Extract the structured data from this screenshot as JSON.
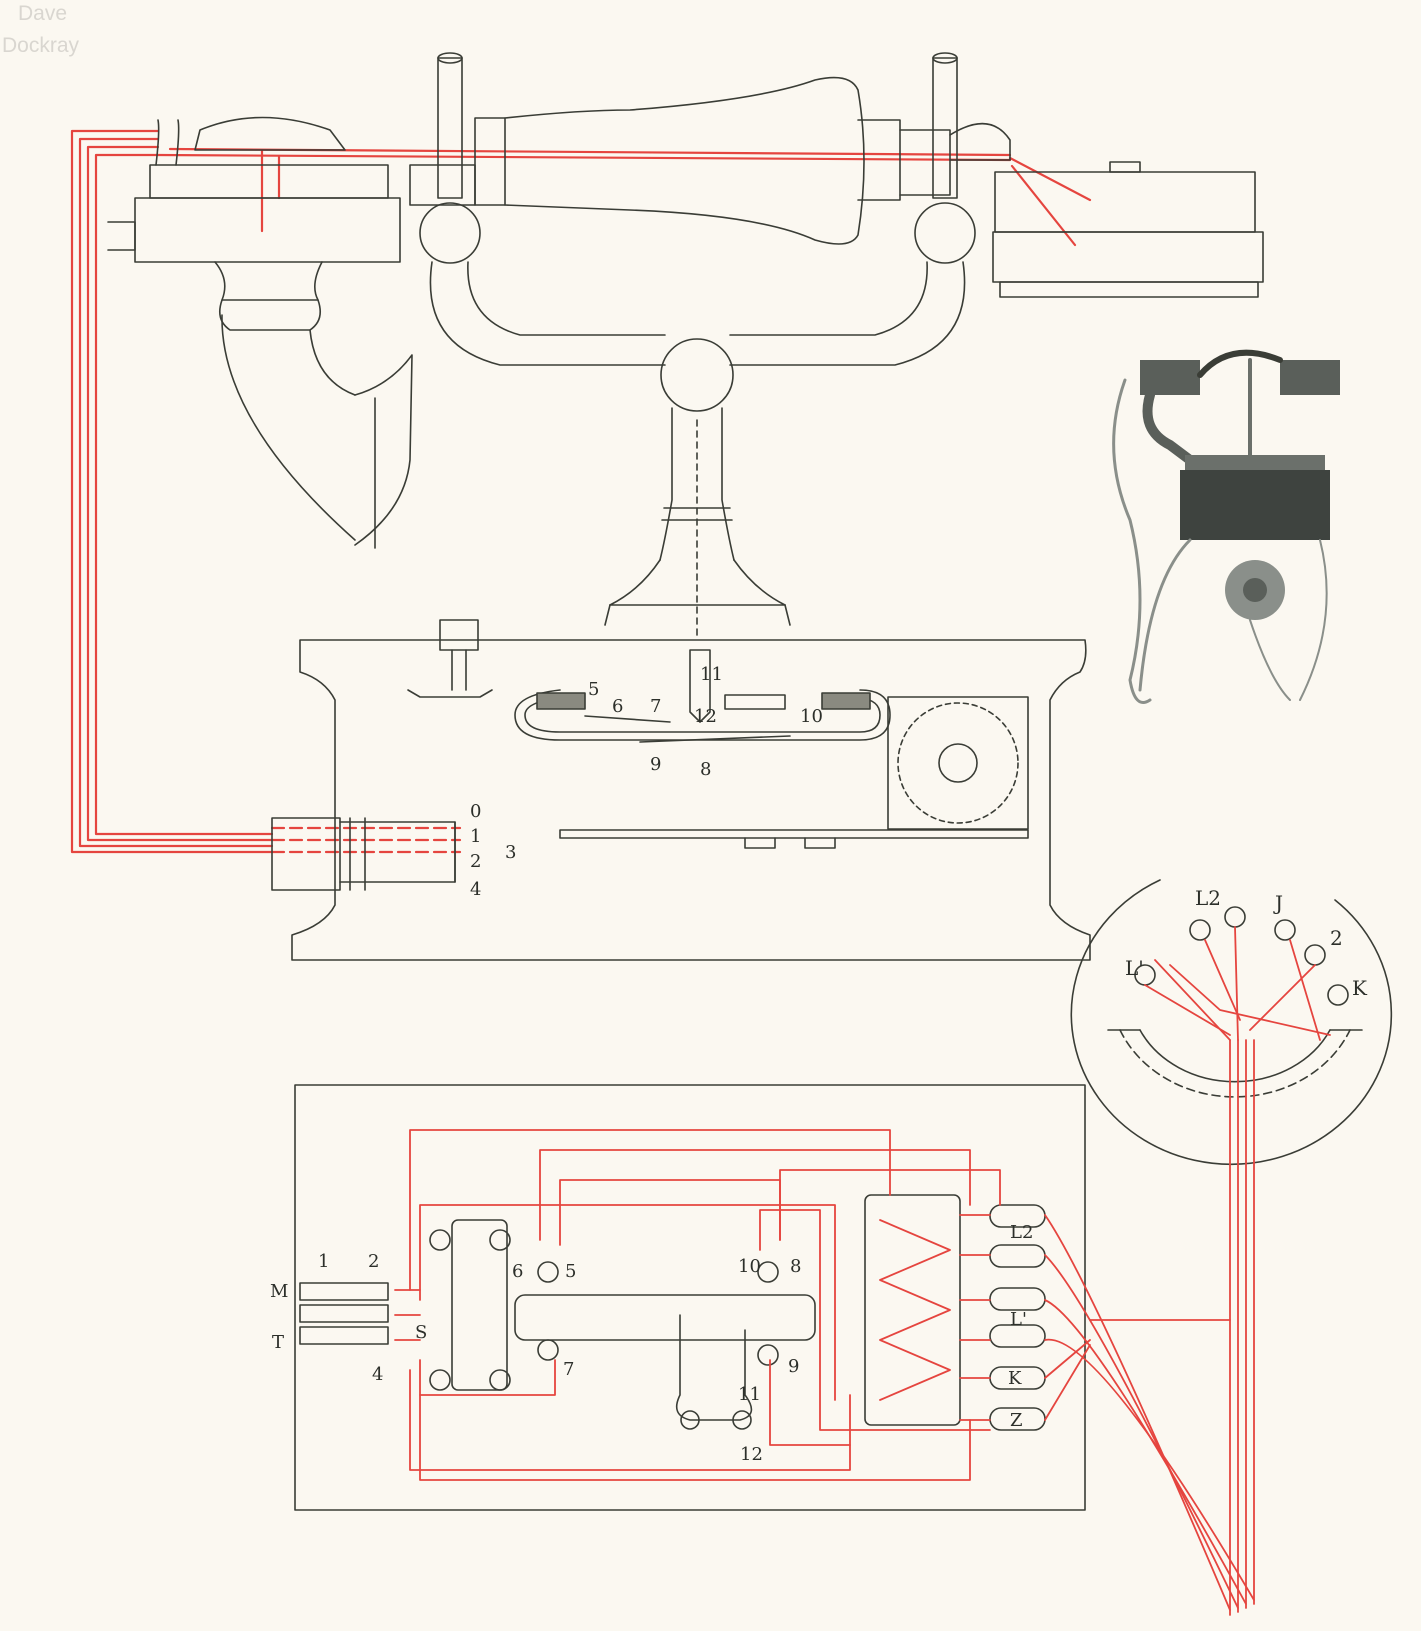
{
  "watermark": {
    "line1": "Dave",
    "line2": "Dockray"
  },
  "colors": {
    "ink": "#3a3d36",
    "wire": "#e5453f",
    "paper": "#fbf8f1",
    "photo": "#555a55"
  },
  "cradle_labels": {
    "l5": "5",
    "l6": "6",
    "l7": "7",
    "l11": "11",
    "l12": "12",
    "l10": "10",
    "l9": "9",
    "l8": "8"
  },
  "cord_labels": {
    "c0": "0",
    "c1": "1",
    "c3": "3",
    "c2": "2",
    "c4": "4"
  },
  "terminal_plate": {
    "l2": "L2",
    "j": "J",
    "two": "2",
    "l1": "L'",
    "k": "K"
  },
  "schematic_labels": {
    "m": "M",
    "t": "T",
    "n1": "1",
    "n2": "2",
    "s": "S",
    "n4": "4",
    "n6": "6",
    "n5": "5",
    "n7": "7",
    "n10": "10",
    "n8": "8",
    "n9": "9",
    "n11": "11",
    "n12": "12",
    "tb_l2": "L2",
    "tb_l1": "L'",
    "tb_k": "K",
    "tb_z": "Z"
  }
}
